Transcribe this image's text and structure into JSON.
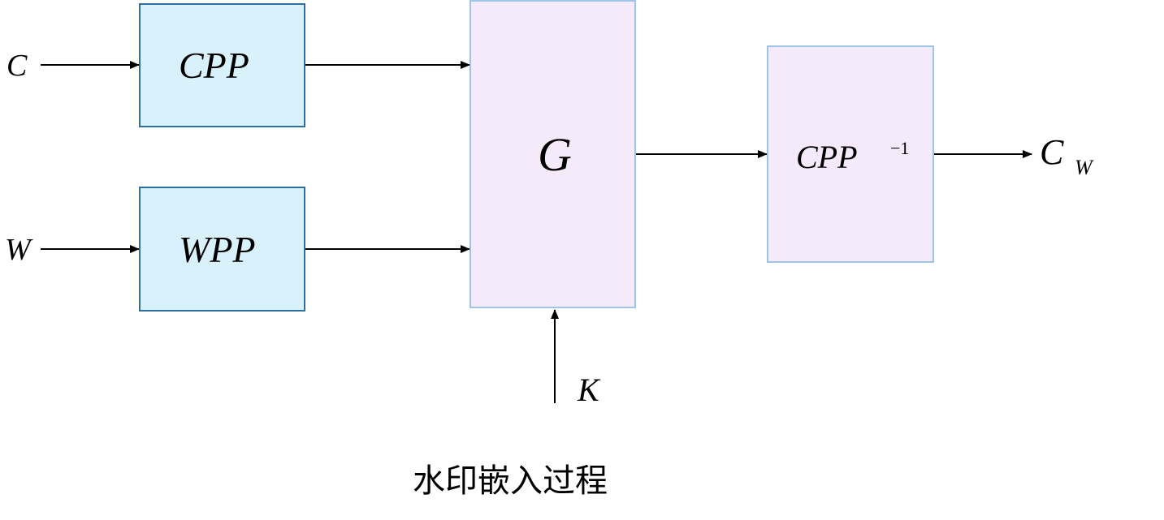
{
  "inputs": {
    "c": "C",
    "w": "W",
    "k": "K"
  },
  "blocks": {
    "cpp": "CPP",
    "wpp": "WPP",
    "g": "G",
    "cpp_inverse": {
      "base": "CPP",
      "superscript": "−1"
    }
  },
  "output": {
    "base": "C",
    "subscript": "W"
  },
  "caption": "水印嵌入过程",
  "colors": {
    "input_block_fill": "#d9f1fb",
    "input_block_border": "#2e6f9e",
    "process_block_fill": "#f4eafa",
    "process_block_border": "#9ec5e8",
    "arrow": "#000000"
  }
}
